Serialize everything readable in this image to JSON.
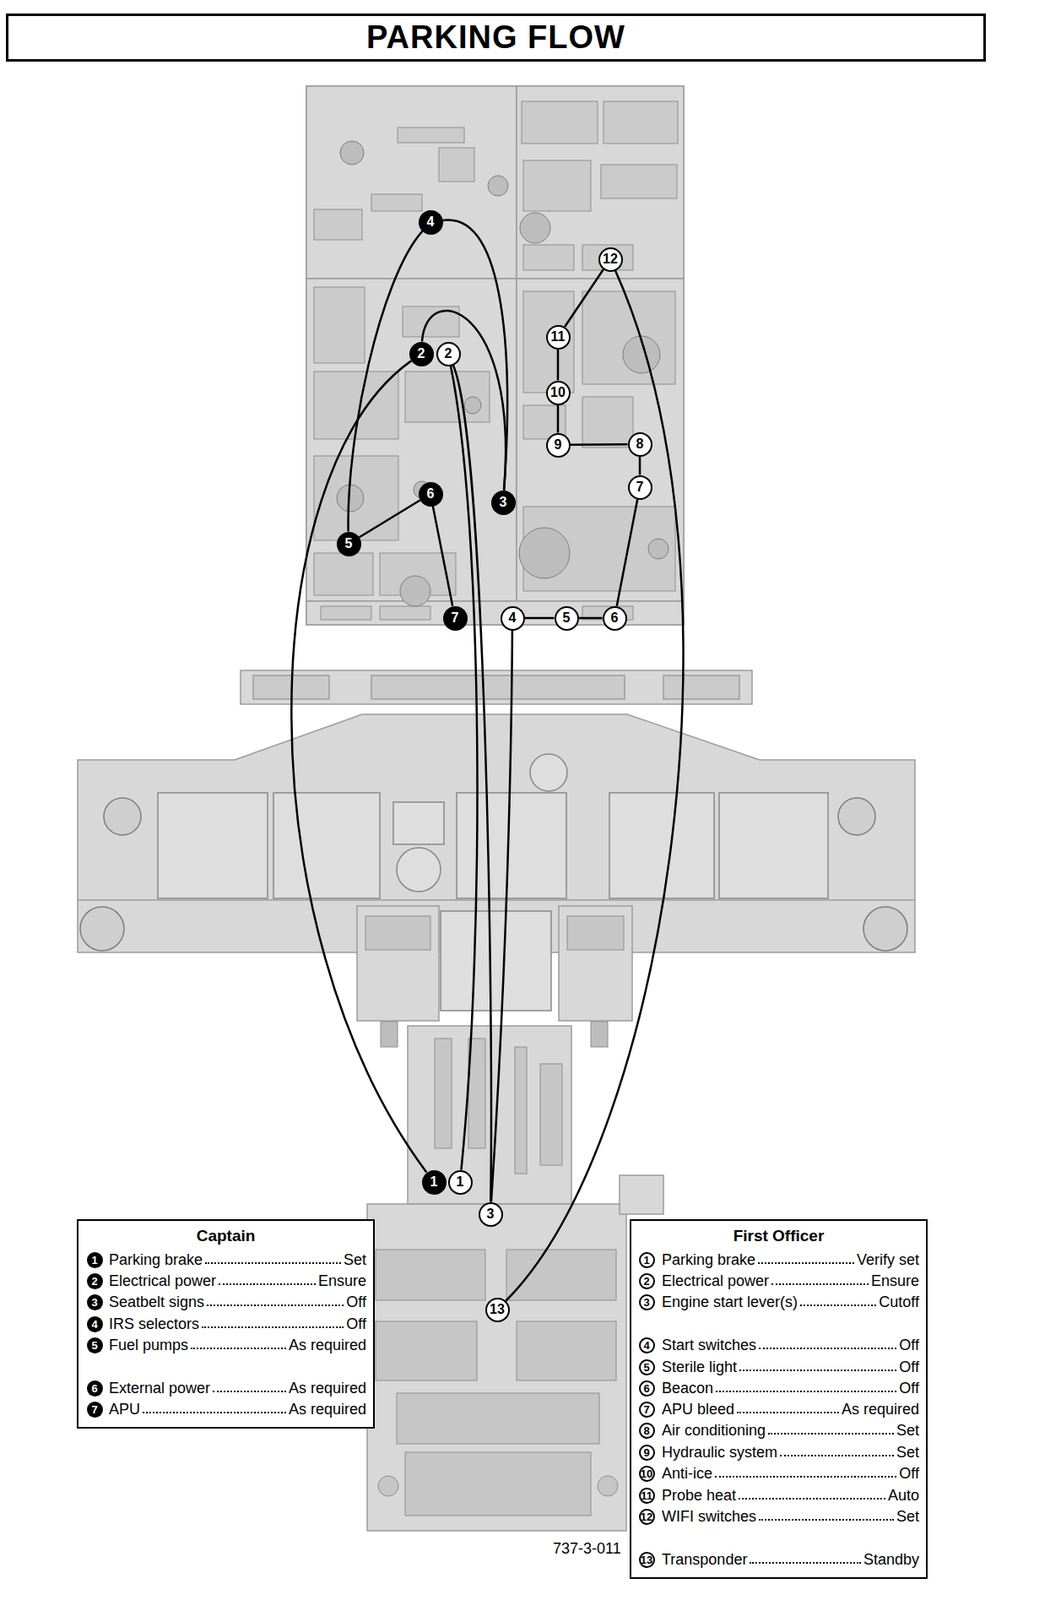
{
  "diagram": {
    "title": "PARKING FLOW",
    "nodes": [
      {
        "text": [
          "1"
        ]
      },
      {
        "text": [
          "2"
        ]
      },
      {
        "text": [
          "3"
        ]
      },
      {
        "text": [
          "4"
        ]
      },
      {
        "text": [
          "5"
        ]
      },
      {
        "text": [
          "6"
        ]
      },
      {
        "text": [
          "7"
        ]
      },
      {
        "text": [
          "1"
        ]
      },
      {
        "text": [
          "2"
        ]
      },
      {
        "text": [
          "3"
        ]
      },
      {
        "text": [
          "4"
        ]
      },
      {
        "text": [
          "5"
        ]
      },
      {
        "text": [
          "6"
        ]
      },
      {
        "text": [
          "7"
        ]
      },
      {
        "text": [
          "8"
        ]
      },
      {
        "text": [
          "9"
        ]
      },
      {
        "text": [
          "10"
        ]
      },
      {
        "text": [
          "11"
        ]
      },
      {
        "text": [
          "12"
        ]
      },
      {
        "text": [
          "13"
        ]
      },
      {
        "text": [
          "Captain",
          "Parking brake",
          "Set",
          "Electrical power",
          "Ensure",
          "Seatbelt signs",
          "Off",
          "IRS selectors",
          "Off",
          "Fuel pumps",
          "As required",
          "External power",
          "As required",
          "APU",
          "As required"
        ]
      },
      {
        "text": [
          "1"
        ],
        "in": 20
      },
      {
        "text": [
          "2"
        ],
        "in": 20
      },
      {
        "text": [
          "3"
        ],
        "in": 20
      },
      {
        "text": [
          "4"
        ],
        "in": 20
      },
      {
        "text": [
          "5"
        ],
        "in": 20
      },
      {
        "text": [
          "6"
        ],
        "in": 20
      },
      {
        "text": [
          "7"
        ],
        "in": 20
      },
      {
        "text": [
          "First Officer",
          "Parking brake",
          "Verify set",
          "Electrical power",
          "Ensure",
          "Engine start lever(s)",
          "Cutoff",
          "Start switches",
          "Off",
          "Sterile light",
          "Off",
          "Beacon",
          "Off",
          "APU bleed",
          "As required",
          "Air conditioning",
          "Set",
          "Hydraulic system",
          "Set",
          "Anti-ice",
          "Off",
          "Probe heat",
          "Auto",
          "WIFI switches",
          "Set",
          "Transponder",
          "Standby"
        ]
      },
      {
        "text": [
          "1"
        ],
        "in": 28
      },
      {
        "text": [
          "2"
        ],
        "in": 28
      },
      {
        "text": [
          "3"
        ],
        "in": 28
      },
      {
        "text": [
          "4"
        ],
        "in": 28
      },
      {
        "text": [
          "5"
        ],
        "in": 28
      },
      {
        "text": [
          "6"
        ],
        "in": 28
      },
      {
        "text": [
          "7"
        ],
        "in": 28
      },
      {
        "text": [
          "8"
        ],
        "in": 28
      },
      {
        "text": [
          "9"
        ],
        "in": 28
      },
      {
        "text": [
          "10"
        ],
        "in": 28
      },
      {
        "text": [
          "11"
        ],
        "in": 28
      },
      {
        "text": [
          "12"
        ],
        "in": 28
      },
      {
        "text": [
          "13"
        ],
        "in": 28
      }
    ],
    "edges": [
      {
        "from": 0,
        "to": 1,
        "arrow": "none"
      },
      {
        "from": 1,
        "to": 2,
        "arrow": "none"
      },
      {
        "from": 2,
        "to": 3,
        "arrow": "none"
      },
      {
        "from": 3,
        "to": 4,
        "arrow": "none"
      },
      {
        "from": 4,
        "to": 5,
        "arrow": "none"
      },
      {
        "from": 5,
        "to": 6,
        "arrow": "none"
      },
      {
        "from": 7,
        "to": 8,
        "arrow": "none"
      },
      {
        "from": 8,
        "to": 9,
        "arrow": "none"
      },
      {
        "from": 9,
        "to": 10,
        "arrow": "none"
      },
      {
        "from": 10,
        "to": 11,
        "arrow": "none"
      },
      {
        "from": 11,
        "to": 12,
        "arrow": "none"
      },
      {
        "from": 12,
        "to": 13,
        "arrow": "none"
      },
      {
        "from": 13,
        "to": 14,
        "arrow": "none"
      },
      {
        "from": 14,
        "to": 15,
        "arrow": "none"
      },
      {
        "from": 15,
        "to": 16,
        "arrow": "none"
      },
      {
        "from": 16,
        "to": 17,
        "arrow": "none"
      },
      {
        "from": 17,
        "to": 18,
        "arrow": "none"
      },
      {
        "from": 18,
        "to": 19,
        "arrow": "none"
      }
    ],
    "labels": [
      "737-3-011"
    ]
  }
}
